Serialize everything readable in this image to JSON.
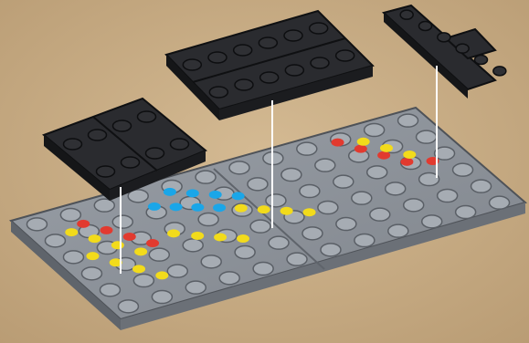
{
  "scene": {
    "background_color": "#c8ad86",
    "baseplate": {
      "color": "#8a8f96",
      "stud_grid": {
        "cols": 12,
        "rows": 6
      },
      "markers": [
        {
          "color_name": "red",
          "hex": "#e23a2f"
        },
        {
          "color_name": "yellow",
          "hex": "#f2db1b"
        },
        {
          "color_name": "blue",
          "hex": "#1aa6e8"
        }
      ]
    },
    "plates": [
      {
        "id": "plate-left",
        "color": "#1f2023",
        "stud_grid": {
          "cols": 4,
          "rows": 2
        }
      },
      {
        "id": "plate-top-middle",
        "color": "#1f2023",
        "stud_grid": {
          "cols": 6,
          "rows": 2
        }
      },
      {
        "id": "plate-top-right",
        "color": "#1f2023",
        "stud_grid": {
          "cols": 6,
          "rows": 1
        }
      }
    ],
    "connector_lines": [
      "left-plate-to-base",
      "middle-plate-to-base",
      "right-plate-to-base"
    ]
  }
}
